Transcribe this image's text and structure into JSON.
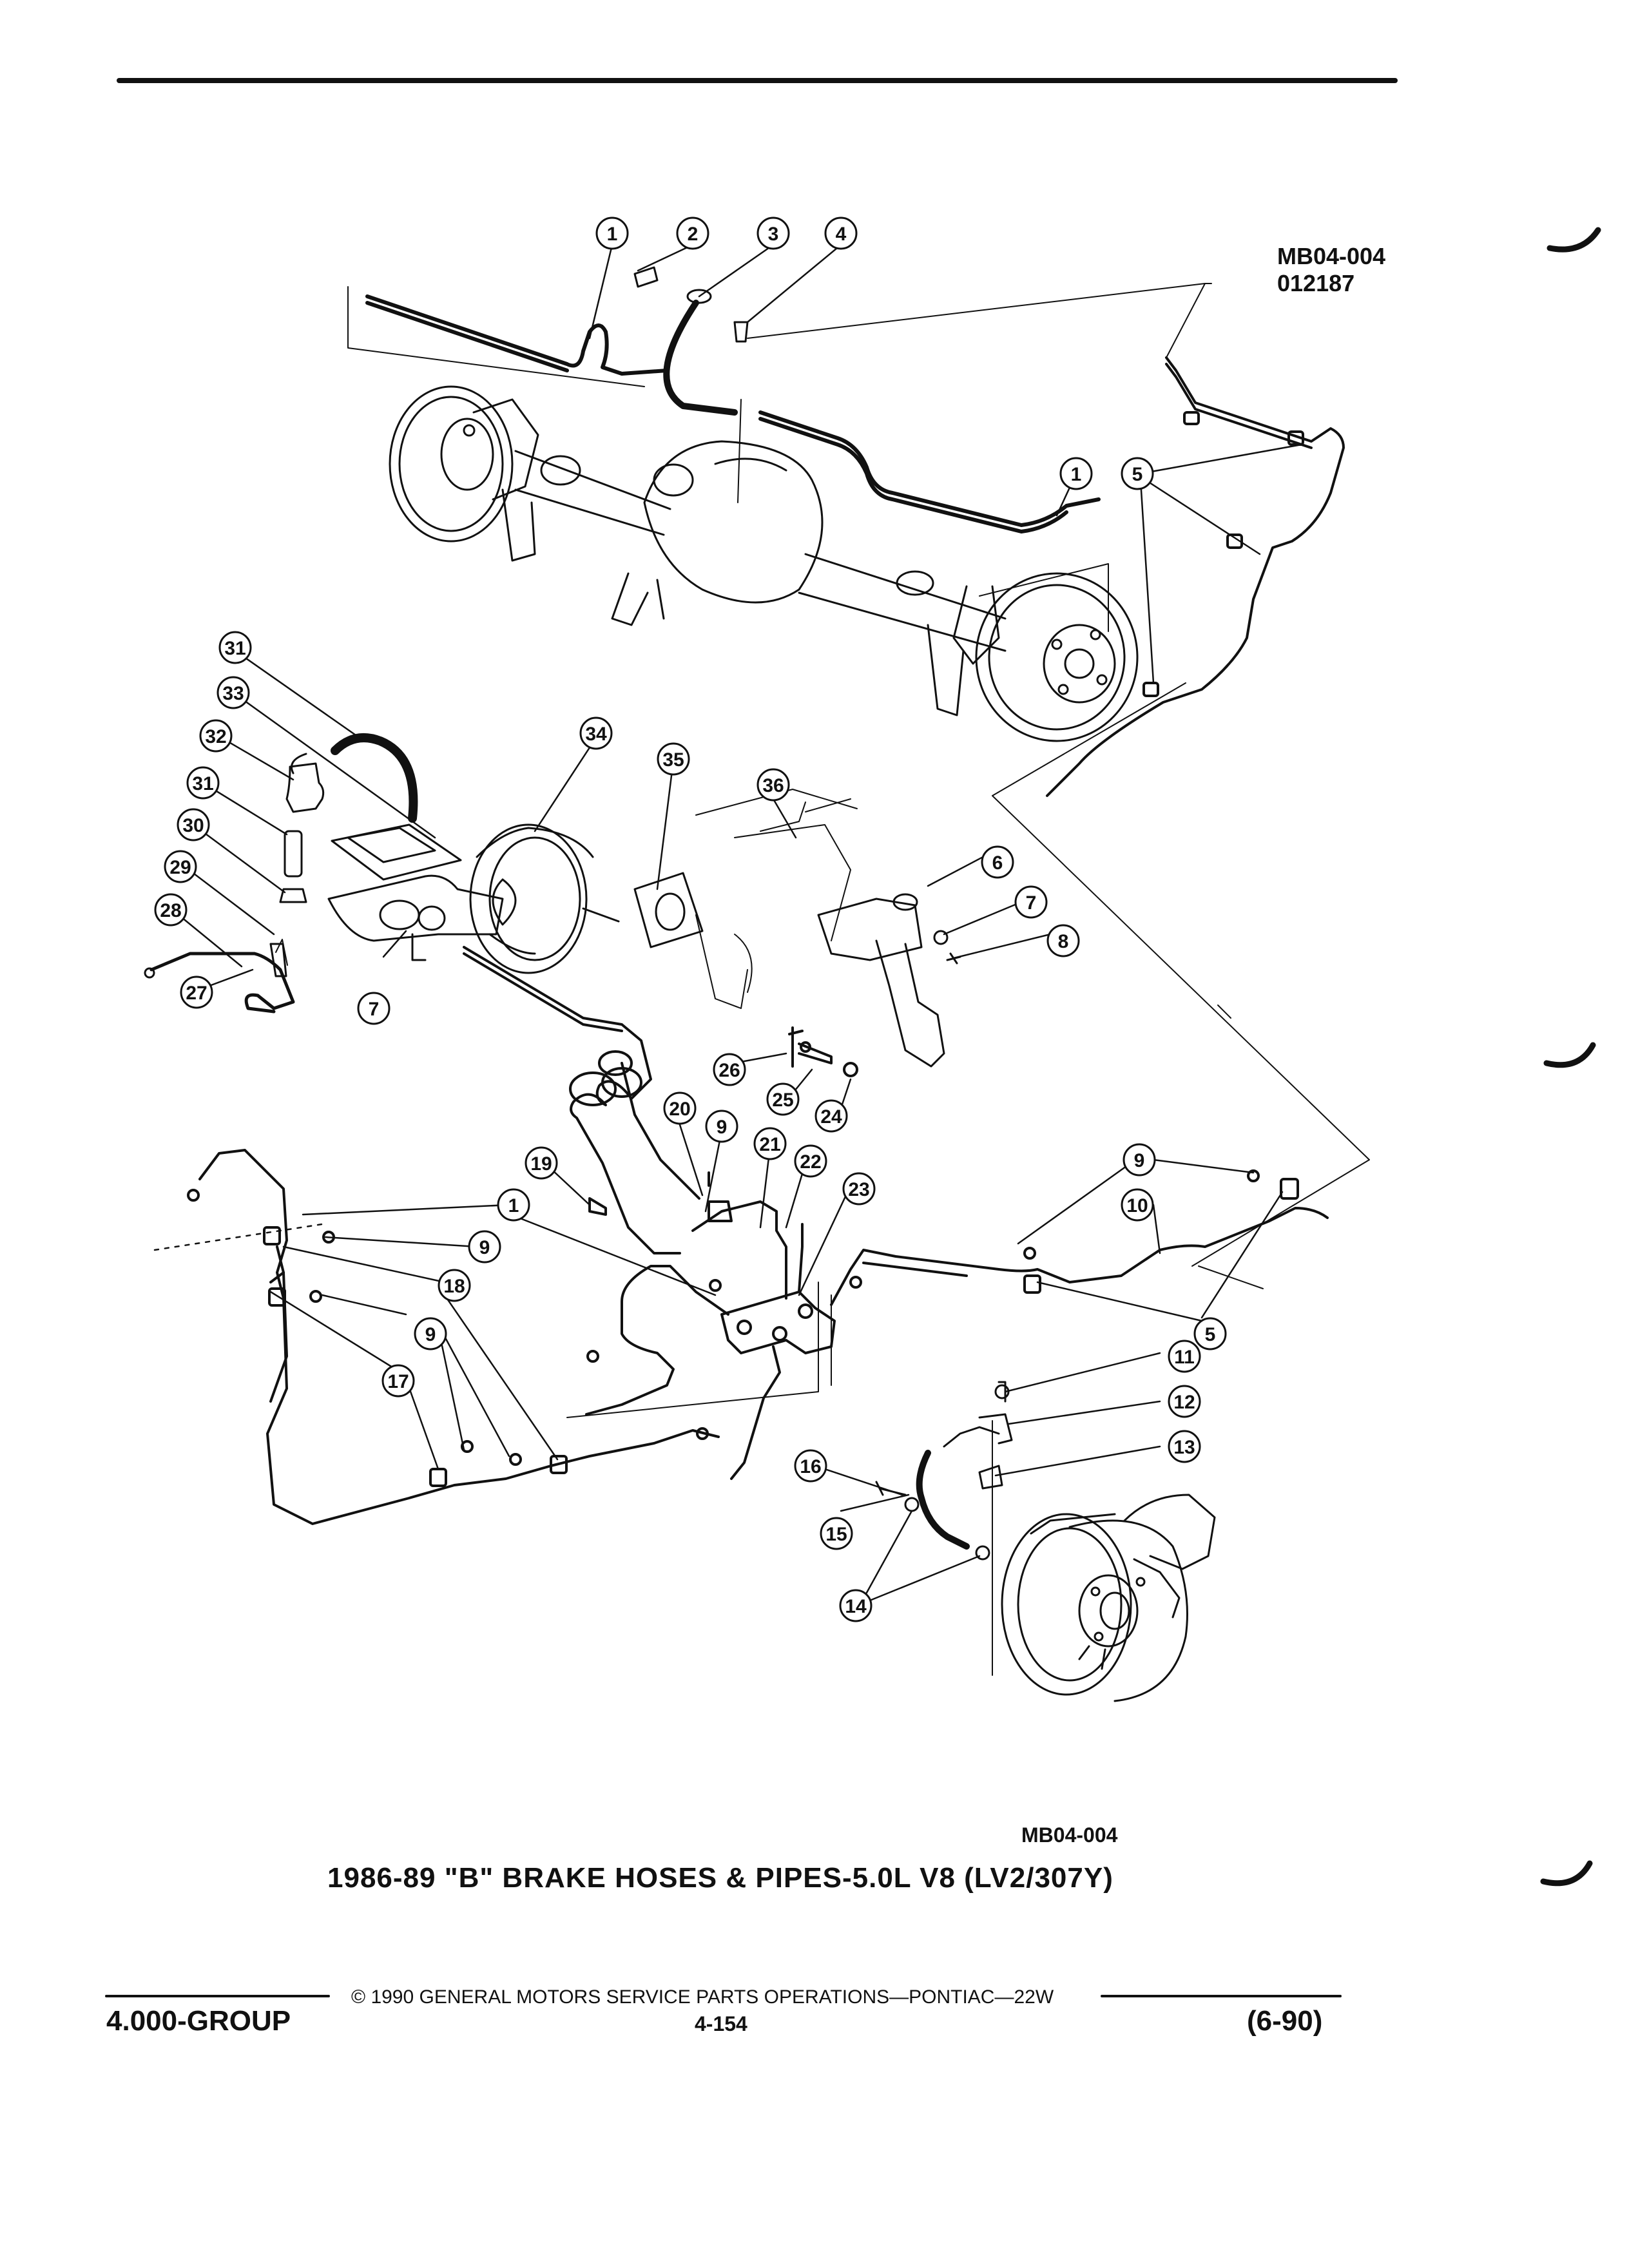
{
  "figure": {
    "id_top": "MB04-004",
    "date_code": "012187",
    "id_bottom": "MB04-004",
    "caption": "1986-89 \"B\" BRAKE HOSES & PIPES-5.0L V8 (LV2/307Y)"
  },
  "footer": {
    "copyright": "© 1990 GENERAL MOTORS SERVICE PARTS OPERATIONS—PONTIAC—22W",
    "group": "4.000-GROUP",
    "page": "4-154",
    "revision": "(6-90)"
  },
  "callouts": [
    {
      "n": "1"
    },
    {
      "n": "2"
    },
    {
      "n": "3"
    },
    {
      "n": "4"
    },
    {
      "n": "1"
    },
    {
      "n": "5"
    },
    {
      "n": "31"
    },
    {
      "n": "33"
    },
    {
      "n": "32"
    },
    {
      "n": "31"
    },
    {
      "n": "30"
    },
    {
      "n": "29"
    },
    {
      "n": "28"
    },
    {
      "n": "27"
    },
    {
      "n": "34"
    },
    {
      "n": "35"
    },
    {
      "n": "36"
    },
    {
      "n": "6"
    },
    {
      "n": "7"
    },
    {
      "n": "8"
    },
    {
      "n": "7"
    },
    {
      "n": "26"
    },
    {
      "n": "25"
    },
    {
      "n": "24"
    },
    {
      "n": "20"
    },
    {
      "n": "9"
    },
    {
      "n": "21"
    },
    {
      "n": "22"
    },
    {
      "n": "23"
    },
    {
      "n": "19"
    },
    {
      "n": "1"
    },
    {
      "n": "9"
    },
    {
      "n": "18"
    },
    {
      "n": "9"
    },
    {
      "n": "17"
    },
    {
      "n": "9"
    },
    {
      "n": "10"
    },
    {
      "n": "5"
    },
    {
      "n": "11"
    },
    {
      "n": "12"
    },
    {
      "n": "13"
    },
    {
      "n": "16"
    },
    {
      "n": "15"
    },
    {
      "n": "14"
    }
  ]
}
